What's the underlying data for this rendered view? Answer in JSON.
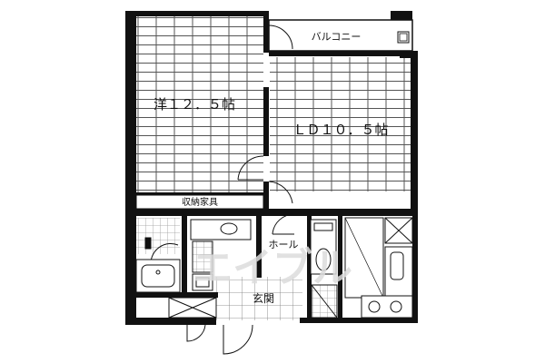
{
  "rooms": {
    "western_room": "洋１２．５帖",
    "ldk": "ＬＤ１０．５帖",
    "balcony": "バルコニー",
    "storage": "収納家具",
    "hall": "ホール",
    "entrance": "玄関"
  },
  "watermark": "エイブル",
  "colors": {
    "wall": "#111111",
    "floor_line": "#555555",
    "tile": "#9a9a9a",
    "watermark": "#dcdcdc"
  }
}
